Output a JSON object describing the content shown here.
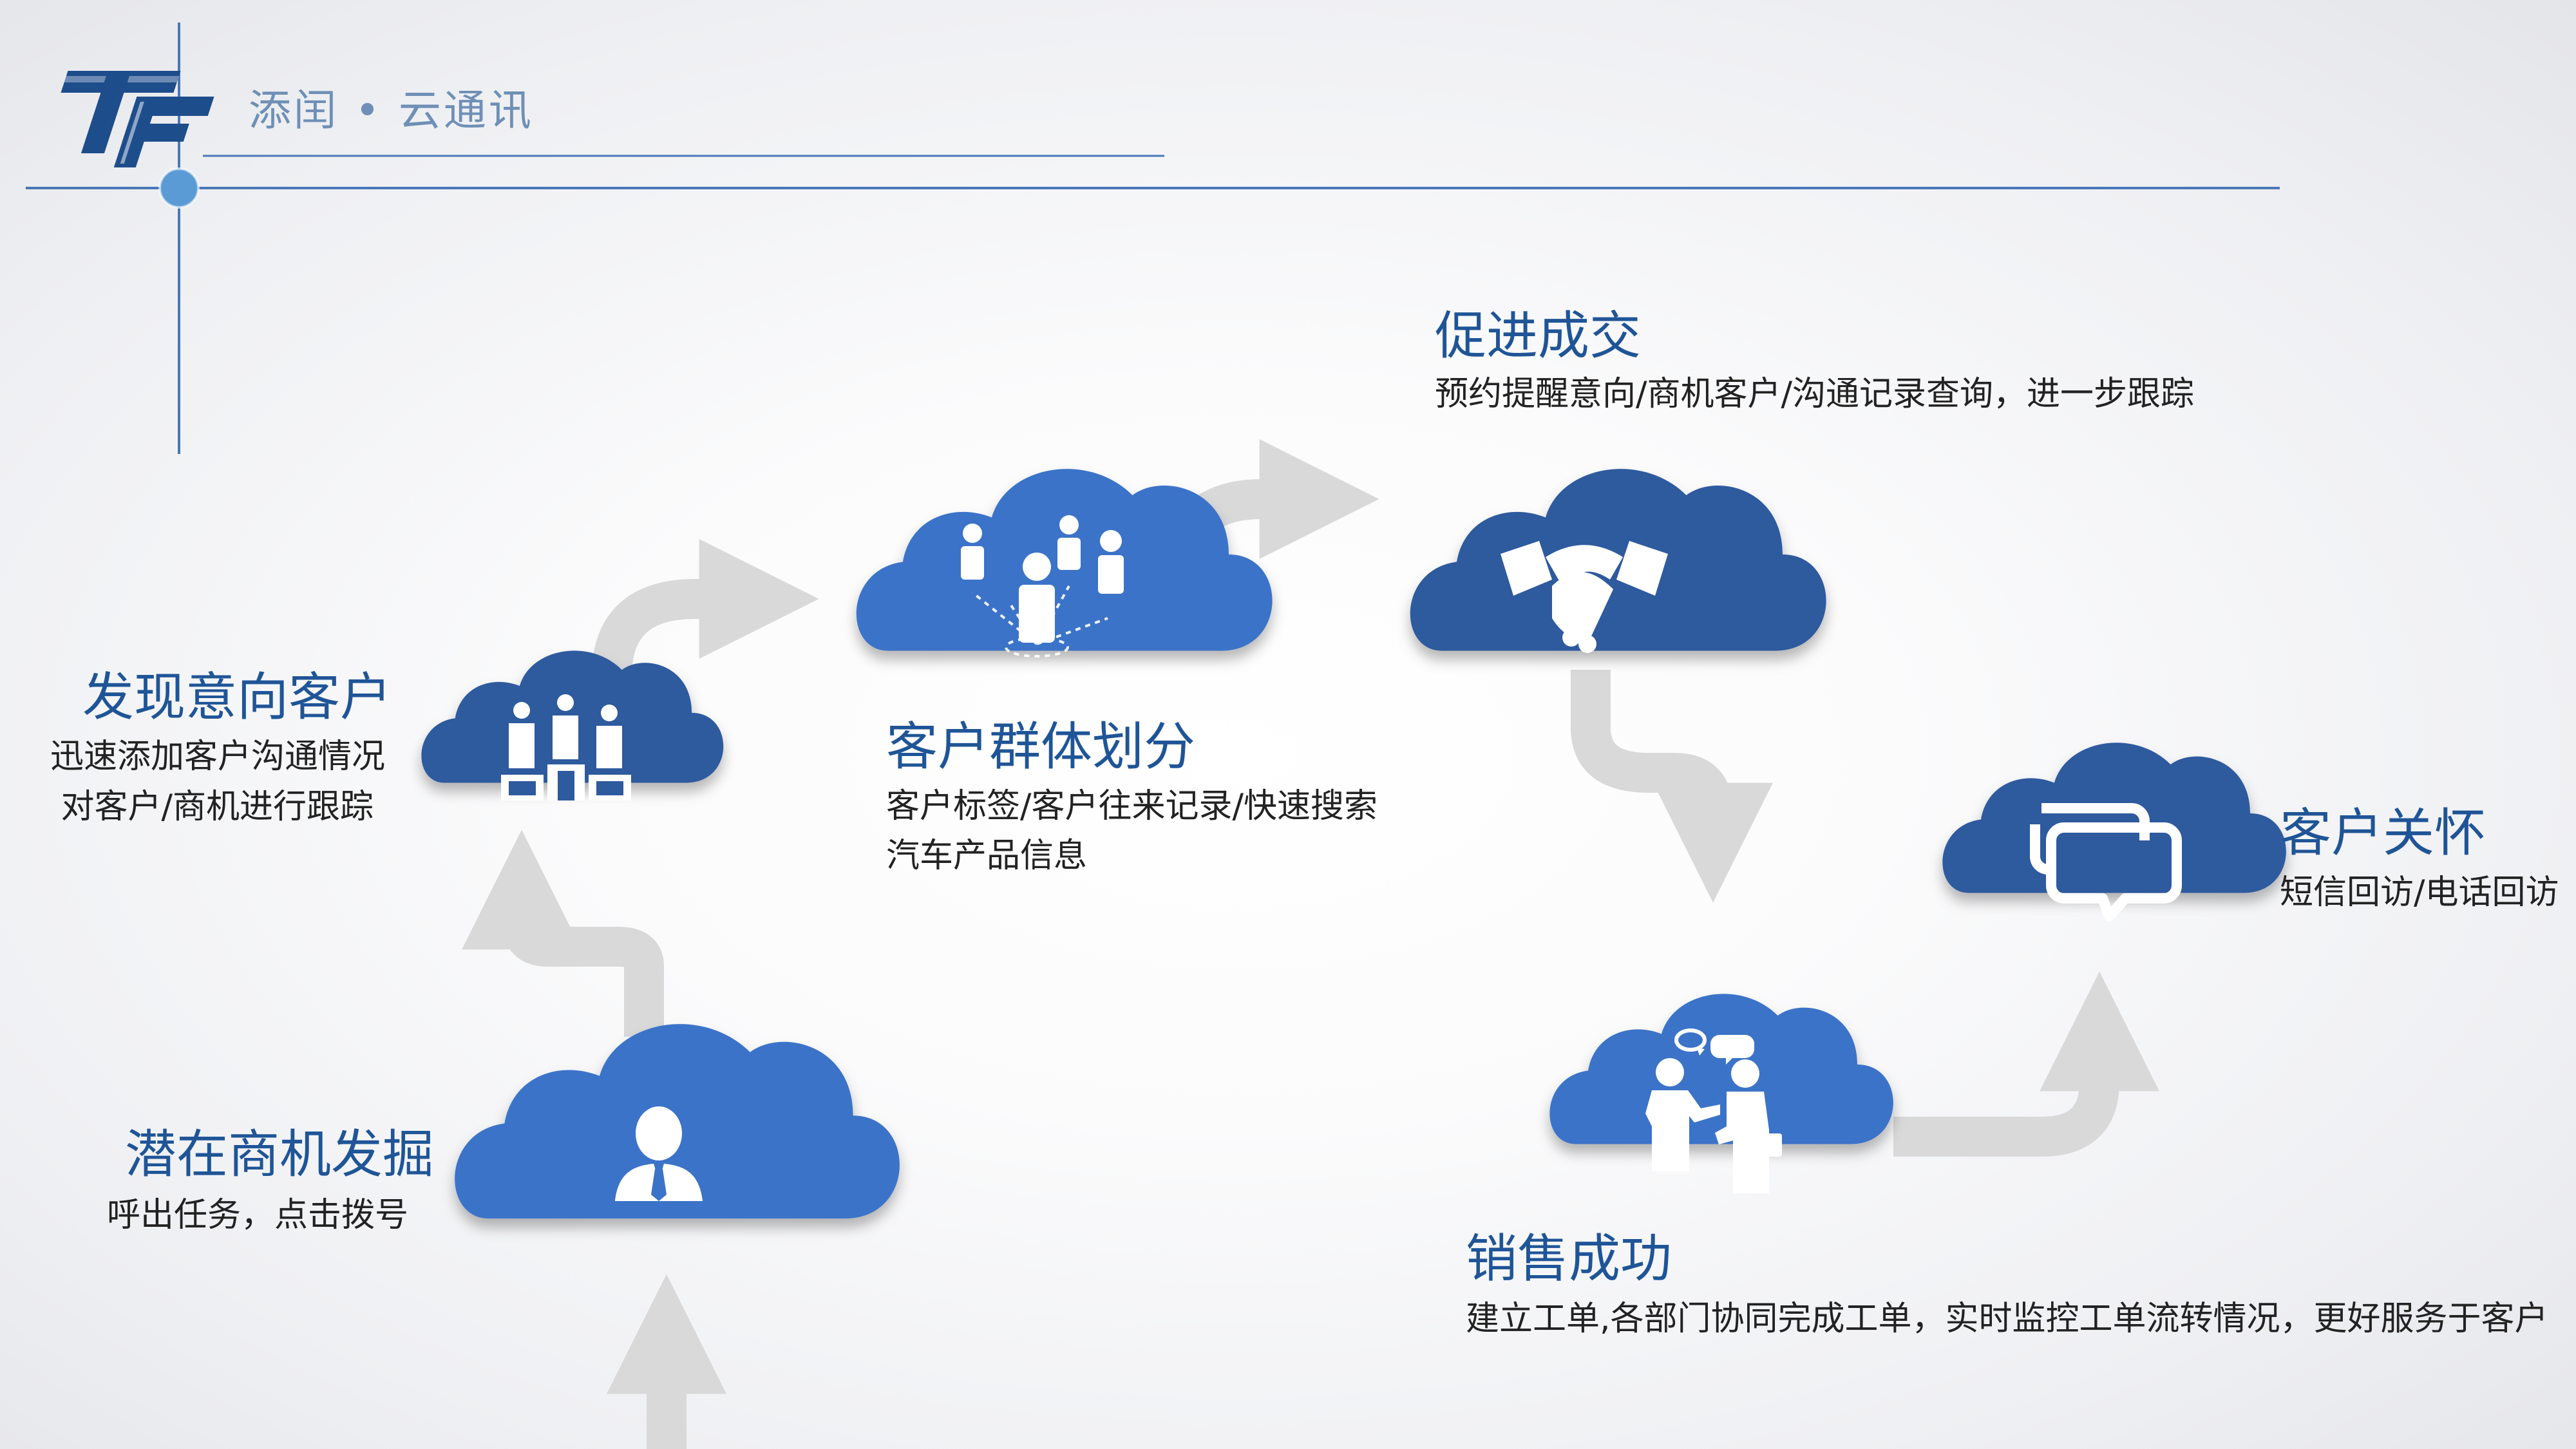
{
  "header": {
    "logo_text": "TF",
    "brand": "添闰 • 云通讯"
  },
  "colors": {
    "cloud_dark": "#2e5a9e",
    "cloud_light": "#3b73c8",
    "arrow": "#d9d9d9",
    "title": "#1f5597",
    "text": "#222222",
    "header_line": "#4a78b8",
    "header_dot": "#5b9bd5"
  },
  "stages": [
    {
      "id": "discover",
      "icon": "podium-people-icon",
      "title": "发现意向客户",
      "lines": [
        "迅速添加客户沟通情况",
        "对客户/商机进行跟踪"
      ]
    },
    {
      "id": "segment",
      "icon": "group-network-icon",
      "title": "客户群体划分",
      "lines": [
        "客户标签/客户往来记录/快速搜索",
        "汽车产品信息"
      ]
    },
    {
      "id": "deal",
      "icon": "handshake-icon",
      "title": "促进成交",
      "lines": [
        "预约提醒意向/商机客户/沟通记录查询，进一步跟踪"
      ]
    },
    {
      "id": "care",
      "icon": "chat-bubbles-icon",
      "title": "客户关怀",
      "lines": [
        "短信回访/电话回访"
      ]
    },
    {
      "id": "success",
      "icon": "businessmen-meeting-icon",
      "title": "销售成功",
      "lines": [
        "建立工单,各部门协同完成工单，实时监控工单流转情况，更好服务于客户"
      ]
    },
    {
      "id": "potential",
      "icon": "person-icon",
      "title": "潜在商机发掘",
      "lines": [
        "呼出任务，点击拨号"
      ]
    }
  ]
}
